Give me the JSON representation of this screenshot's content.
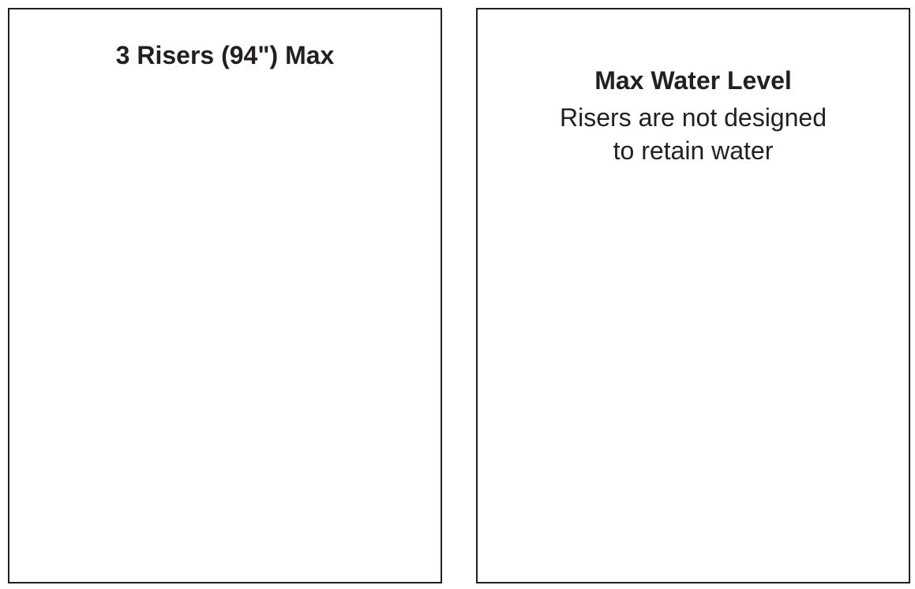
{
  "panels": [
    {
      "title": "3 Risers (94\") Max"
    },
    {
      "title": "Max Water Level",
      "subtitle_line1": "Risers are not designed",
      "subtitle_line2": "to retain water"
    }
  ],
  "colors": {
    "outline": "#231f20",
    "water": "#a5d9ec",
    "soil_speckle": "#3a3a3a"
  }
}
